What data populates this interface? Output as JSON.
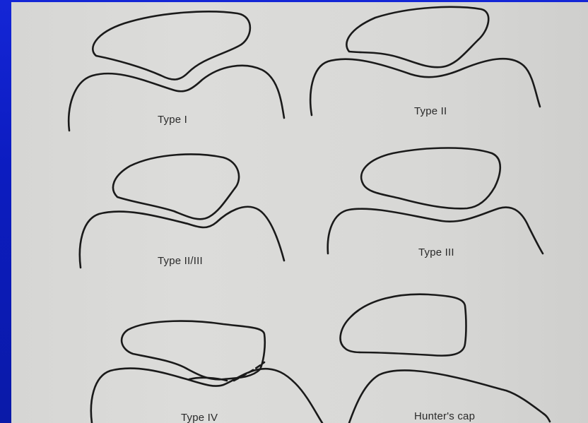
{
  "diagram": {
    "panels": [
      {
        "id": "type-1",
        "label": "Type I"
      },
      {
        "id": "type-2",
        "label": "Type II"
      },
      {
        "id": "type-2-3",
        "label": "Type II/III"
      },
      {
        "id": "type-3",
        "label": "Type III"
      },
      {
        "id": "type-4",
        "label": "Type IV"
      },
      {
        "id": "hunters-cap",
        "label": "Hunter's cap"
      }
    ]
  },
  "colors": {
    "background": "#0c1cc0",
    "paper": "#d8d8d6",
    "ink": "#1a1a1a"
  }
}
